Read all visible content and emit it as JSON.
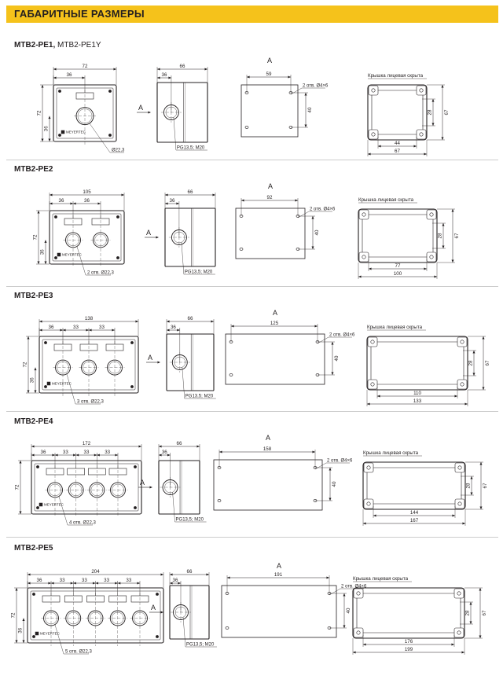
{
  "header": {
    "title": "ГАБАРИТНЫЕ РАЗМЕРЫ"
  },
  "labels": {
    "view_a": "A",
    "cover": "Крышка лицевая скрыта",
    "logo": "MEYERTEC",
    "gland": "PG13,5; M20"
  },
  "sections": [
    {
      "title": "MTB2-PE1, ",
      "subtitle": "MTB2-PE1Y",
      "front": {
        "width": "72",
        "first": "36",
        "spacing": [],
        "height": "72",
        "button_offset": "36",
        "holes": "Ø22,3"
      },
      "side": {
        "width": "66",
        "first": "36"
      },
      "back": {
        "holes_span": "59",
        "height": "40",
        "mount_holes": "2 отв. Ø4×6"
      },
      "inner": {
        "inner_w": "44",
        "outer_w": "67",
        "inner_h": "28",
        "outer_h": "67"
      }
    },
    {
      "title": "MTB2-PE2",
      "subtitle": "",
      "front": {
        "width": "105",
        "first": "36",
        "spacing": [
          "36"
        ],
        "height": "72",
        "button_offset": "36",
        "holes": "2 отв. Ø22,3"
      },
      "side": {
        "width": "66",
        "first": "36"
      },
      "back": {
        "holes_span": "92",
        "height": "40",
        "mount_holes": "2 отв. Ø4×6"
      },
      "inner": {
        "inner_w": "77",
        "outer_w": "100",
        "inner_h": "28",
        "outer_h": "67"
      }
    },
    {
      "title": "MTB2-PE3",
      "subtitle": "",
      "front": {
        "width": "138",
        "first": "36",
        "spacing": [
          "33",
          "33"
        ],
        "height": "72",
        "button_offset": "36",
        "holes": "3 отв. Ø22,3"
      },
      "side": {
        "width": "66",
        "first": "36"
      },
      "back": {
        "holes_span": "125",
        "height": "40",
        "mount_holes": "2 отв. Ø4×6"
      },
      "inner": {
        "inner_w": "110",
        "outer_w": "133",
        "inner_h": "28",
        "outer_h": "67"
      }
    },
    {
      "title": "MTB2-PE4",
      "subtitle": "",
      "front": {
        "width": "172",
        "first": "36",
        "spacing": [
          "33",
          "33",
          "33"
        ],
        "height": "72",
        "button_offset": "",
        "holes": "4 отв. Ø22,3"
      },
      "side": {
        "width": "66",
        "first": "36"
      },
      "back": {
        "holes_span": "158",
        "height": "40",
        "mount_holes": "2 отв. Ø4×6"
      },
      "inner": {
        "inner_w": "144",
        "outer_w": "167",
        "inner_h": "28",
        "outer_h": "67"
      }
    },
    {
      "title": "MTB2-PE5",
      "subtitle": "",
      "front": {
        "width": "204",
        "first": "36",
        "spacing": [
          "33",
          "33",
          "33",
          "33"
        ],
        "height": "72",
        "button_offset": "36",
        "holes": "5 отв. Ø22,3"
      },
      "side": {
        "width": "66",
        "first": "36"
      },
      "back": {
        "holes_span": "191",
        "height": "40",
        "mount_holes": "2 отв. Ø4×6"
      },
      "inner": {
        "inner_w": "176",
        "outer_w": "199",
        "inner_h": "28",
        "outer_h": "67"
      }
    }
  ]
}
